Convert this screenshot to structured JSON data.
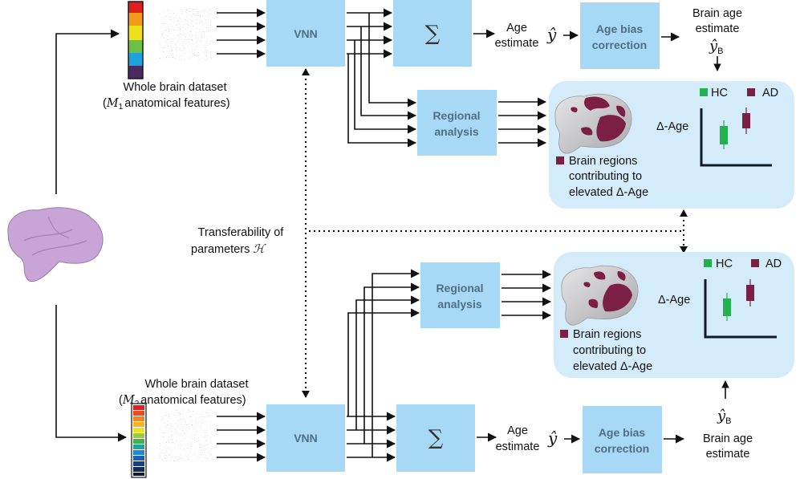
{
  "top": {
    "dataset_title": "Whole brain dataset",
    "dataset_features_open": "(",
    "dataset_features_math": "M",
    "dataset_features_sub": "1",
    "dataset_features_rest": "anatomical features)",
    "vnn": "VNN",
    "sigma": "∑",
    "age_estimate_line1": "Age",
    "age_estimate_line2": "estimate",
    "y_hat": "ŷ",
    "bias_line1": "Age bias",
    "bias_line2": "correction",
    "brain_age_line1": "Brain age",
    "brain_age_line2": "estimate",
    "yb_hat": "ŷ",
    "yb_sub": "B",
    "regional_line1": "Regional",
    "regional_line2": "analysis",
    "panel_legend_line1": "Brain regions",
    "panel_legend_line2": "contributing to",
    "panel_legend_line3": "elevated Δ-Age",
    "hc_label": "HC",
    "ad_label": "AD",
    "delta_age_axis": "Δ-Age"
  },
  "middle": {
    "transfer_line1": "Transferability of",
    "transfer_line2": "parameters",
    "transfer_math": "ℋ"
  },
  "bottom": {
    "dataset_title": "Whole brain dataset",
    "dataset_features_open": "(",
    "dataset_features_math": "M",
    "dataset_features_sub": "2",
    "dataset_features_rest": "anatomical features)",
    "vnn": "VNN",
    "sigma": "∑",
    "age_estimate_line1": "Age",
    "age_estimate_line2": "estimate",
    "y_hat": "ŷ",
    "bias_line1": "Age bias",
    "bias_line2": "correction",
    "brain_age_line1": "Brain age",
    "brain_age_line2": "estimate",
    "yb_hat": "ŷ",
    "yb_sub": "B",
    "regional_line1": "Regional",
    "regional_line2": "analysis",
    "panel_legend_line1": "Brain regions",
    "panel_legend_line2": "contributing to",
    "panel_legend_line3": "elevated Δ-Age",
    "hc_label": "HC",
    "ad_label": "AD",
    "delta_age_axis": "Δ-Age"
  },
  "colors": {
    "box_fill": "#a7d9f7",
    "panel_fill": "#d4ebfa",
    "hc": "#22b14c",
    "ad": "#7b1f45",
    "brain": "#c9a4d6",
    "axis": "#0f1a26"
  },
  "icons": {
    "brain": "brain-surface-icon",
    "colorbar_top": "color-bar-icon",
    "colorbar_bottom": "color-bar-icon",
    "noise": "noise-matrix-icon"
  }
}
